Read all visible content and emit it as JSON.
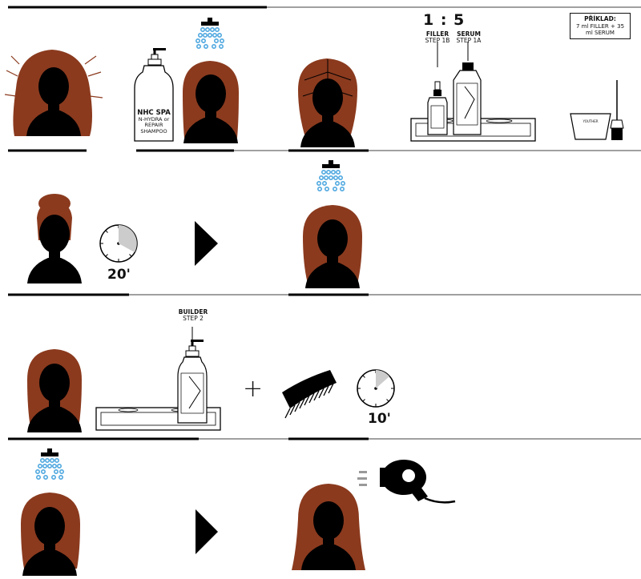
{
  "colors": {
    "hair": "#8B3A1E",
    "silhouette": "#000000",
    "water": "#4FA8E0",
    "line": "#000000",
    "tray": "#ffffff"
  },
  "step1": {
    "bottle_brand": "NHC SPA",
    "bottle_line1": "N-HYDRA",
    "bottle_line2": "or REPAIR",
    "bottle_line3": "SHAMPOO",
    "ratio": "1 : 5",
    "filler_title": "FILLER",
    "filler_step": "STEP 1B",
    "serum_title": "SERUM",
    "serum_step": "STEP 1A",
    "example_title": "PŘÍKLAD:",
    "example_line1": "7 ml FILLER",
    "example_line2": "+",
    "example_line3": "35 ml SERUM",
    "bowl_label": "YOUTHER"
  },
  "step2": {
    "time": "20'"
  },
  "step3": {
    "builder_title": "BUILDER",
    "builder_step": "STEP 2",
    "plus": "+",
    "time": "10'"
  },
  "icons": [
    "shower-icon",
    "shampoo-bottle-icon",
    "dropper-bottle-icon",
    "serum-bottle-icon",
    "tray-icon",
    "mixing-bowl-icon",
    "brush-icon",
    "timer-icon",
    "play-arrow-icon",
    "comb-icon",
    "hair-dryer-icon"
  ]
}
